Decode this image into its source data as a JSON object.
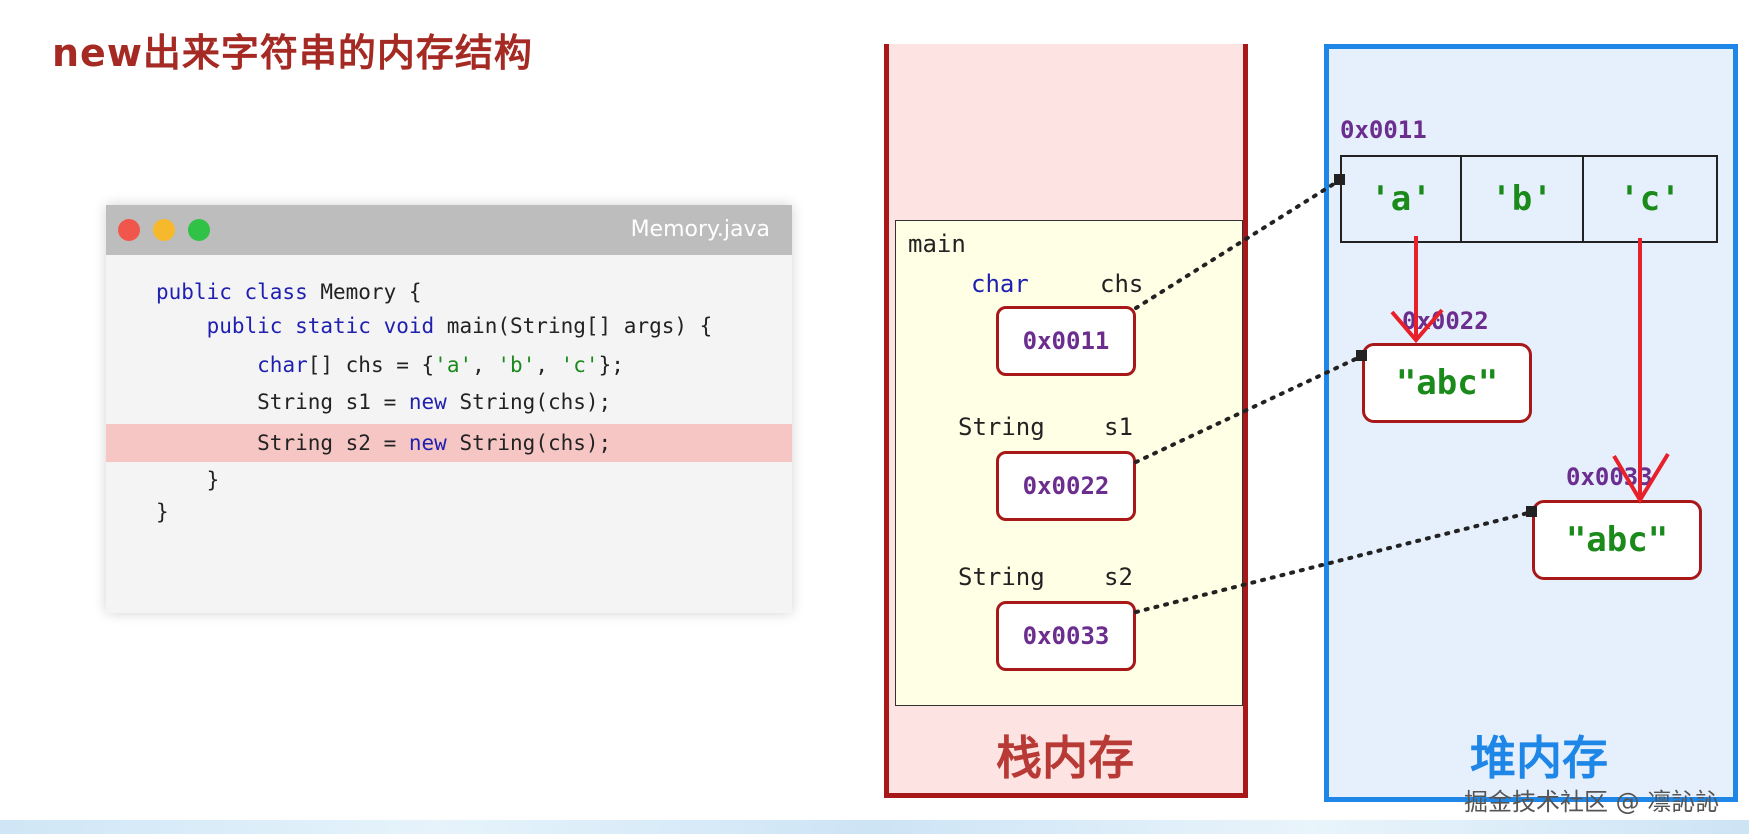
{
  "title": "new出来字符串的内存结构",
  "code_window": {
    "file_name": "Memory.java",
    "lines": [
      {
        "indent": "",
        "parts": [
          {
            "t": "public class",
            "c": "kw"
          },
          {
            "t": " Memory {",
            "c": ""
          }
        ]
      },
      {
        "indent": "    ",
        "parts": [
          {
            "t": "public static void",
            "c": "kw"
          },
          {
            "t": " main(String[] args) {",
            "c": ""
          }
        ]
      },
      {
        "indent": "        ",
        "parts": [
          {
            "t": "char",
            "c": "kw"
          },
          {
            "t": "[] chs = {",
            "c": ""
          },
          {
            "t": "'a'",
            "c": "str"
          },
          {
            "t": ", ",
            "c": ""
          },
          {
            "t": "'b'",
            "c": "str"
          },
          {
            "t": ", ",
            "c": ""
          },
          {
            "t": "'c'",
            "c": "str"
          },
          {
            "t": "};",
            "c": ""
          }
        ]
      },
      {
        "indent": "        ",
        "parts": [
          {
            "t": "String s1 = ",
            "c": ""
          },
          {
            "t": "new",
            "c": "kw"
          },
          {
            "t": " String(chs);",
            "c": ""
          }
        ]
      },
      {
        "indent": "        ",
        "parts": [
          {
            "t": "String s2 = ",
            "c": ""
          },
          {
            "t": "new",
            "c": "kw"
          },
          {
            "t": " String(chs);",
            "c": ""
          }
        ],
        "highlight": true
      },
      {
        "indent": "    ",
        "parts": [
          {
            "t": "}",
            "c": ""
          }
        ]
      },
      {
        "indent": "",
        "parts": [
          {
            "t": "}",
            "c": ""
          }
        ]
      }
    ]
  },
  "stack": {
    "label": "栈内存",
    "frame_name": "main",
    "variables": [
      {
        "type": "char",
        "name": "chs",
        "value": "0x0011"
      },
      {
        "type": "String",
        "name": "s1",
        "value": "0x0022"
      },
      {
        "type": "String",
        "name": "s2",
        "value": "0x0033"
      }
    ]
  },
  "heap": {
    "label": "堆内存",
    "char_array": {
      "address": "0x0011",
      "cells": [
        "'a'",
        "'b'",
        "'c'"
      ]
    },
    "strings": [
      {
        "address": "0x0022",
        "value": "\"abc\""
      },
      {
        "address": "0x0033",
        "value": "\"abc\""
      }
    ]
  },
  "watermark": "掘金技术社区 @ 凛訫訫",
  "colors": {
    "title": "#a52a24",
    "stack_fill": "#fde3e1",
    "stack_border": "#a81818",
    "heap_fill": "#e6f0fd",
    "heap_border": "#1e86e6",
    "address_text": "#6b2d8e",
    "char_text": "#1a8a1a",
    "arrow": "#e8202a"
  }
}
